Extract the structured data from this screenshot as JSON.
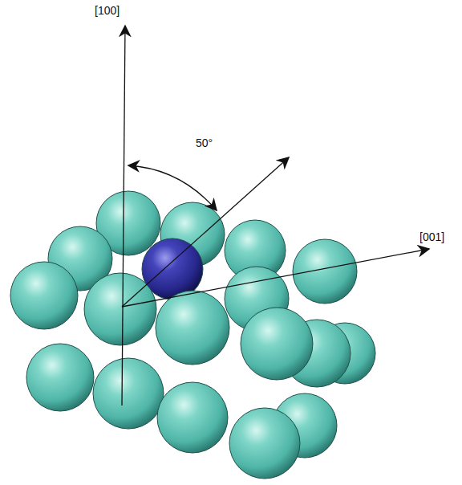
{
  "diagram": {
    "labels": [
      "[100]",
      "[001]",
      "50°"
    ]
  }
}
